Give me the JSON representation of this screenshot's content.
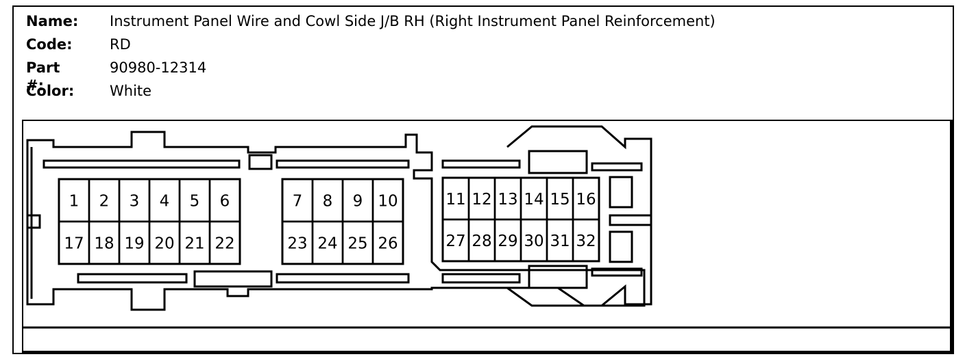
{
  "header": {
    "name_label": "Name:",
    "name_value": "Instrument Panel Wire and Cowl Side J/B RH (Right Instrument Panel Reinforcement)",
    "code_label": "Code:",
    "code_value": "RD",
    "part_label": "Part #:",
    "part_value": "90980-12314",
    "color_label": "Color:",
    "color_value": "White"
  },
  "connector": {
    "pins": [
      "1",
      "2",
      "3",
      "4",
      "5",
      "6",
      "7",
      "8",
      "9",
      "10",
      "11",
      "12",
      "13",
      "14",
      "15",
      "16",
      "17",
      "18",
      "19",
      "20",
      "21",
      "22",
      "23",
      "24",
      "25",
      "26",
      "27",
      "28",
      "29",
      "30",
      "31",
      "32"
    ]
  }
}
